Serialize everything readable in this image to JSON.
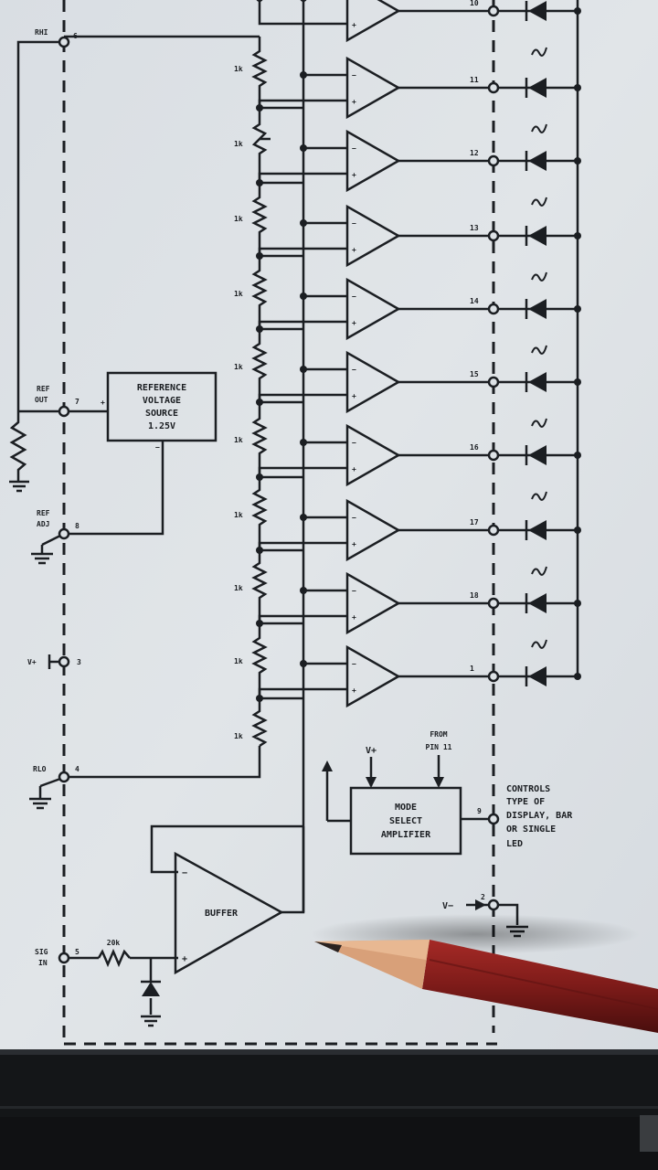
{
  "diagram": {
    "pins": {
      "rhi": {
        "label": "RHI",
        "num": "6"
      },
      "ref_out": {
        "label_1": "REF",
        "label_2": "OUT",
        "num": "7"
      },
      "ref_adj": {
        "label_1": "REF",
        "label_2": "ADJ",
        "num": "8"
      },
      "vplus": {
        "label": "V+",
        "num": "3"
      },
      "rlo": {
        "label": "RLO",
        "num": "4"
      },
      "sig_in": {
        "label_1": "SIG",
        "label_2": "IN",
        "num": "5"
      },
      "vminus": {
        "label": "V−",
        "num": "2"
      },
      "mode": {
        "num": "9"
      }
    },
    "output_pins": [
      "10",
      "11",
      "12",
      "13",
      "14",
      "15",
      "16",
      "17",
      "18",
      "1"
    ],
    "resistor_labels": [
      "1k",
      "1k",
      "1k",
      "1k",
      "1k",
      "1k",
      "1k",
      "1k",
      "1k",
      "1k"
    ],
    "sig_resistor": "20k",
    "reference_box": {
      "line_1": "REFERENCE",
      "line_2": "VOLTAGE",
      "line_3": "SOURCE",
      "line_4": "1.25V"
    },
    "mode_box": {
      "line_1": "MODE",
      "line_2": "SELECT",
      "line_3": "AMPLIFIER"
    },
    "buffer_label": "BUFFER",
    "from_pin": {
      "line_1": "FROM",
      "line_2": "PIN 11"
    },
    "vplus_input": "V+",
    "controls_note": {
      "line_1": "CONTROLS",
      "line_2": "TYPE OF",
      "line_3": "DISPLAY, BAR",
      "line_4": "OR SINGLE",
      "line_5": "LED"
    }
  },
  "colors": {
    "paper": "#dde2e6",
    "ink": "#1b1e22",
    "bezel": "#17191c",
    "pencil_body": "#8a1e1c",
    "pencil_wood": "#d9a077"
  }
}
